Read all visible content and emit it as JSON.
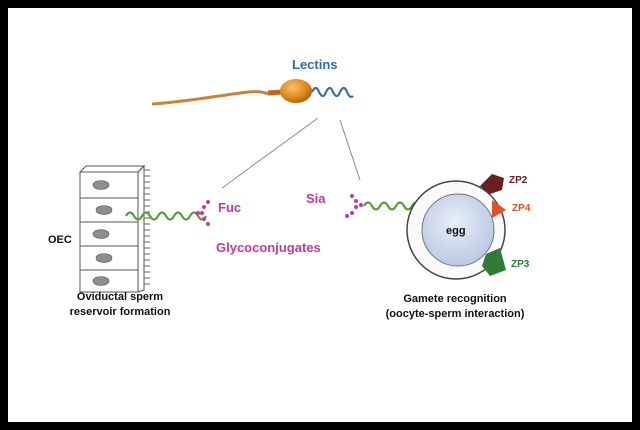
{
  "labels": {
    "lectins": "Lectins",
    "fuc": "Fuc",
    "sia": "Sia",
    "glycoconjugates": "Glycoconjugates",
    "oec": "OEC",
    "egg": "egg",
    "zp2": "ZP2",
    "zp3": "ZP3",
    "zp4": "ZP4",
    "left_caption_line1": "Oviductal sperm",
    "left_caption_line2": "reservoir formation",
    "right_caption_line1": "Gamete recognition",
    "right_caption_line2": "(oocyte-sperm interaction)"
  },
  "colors": {
    "lectins": "#2d6db3",
    "glyco": "#c23a9a",
    "zp2": "#6b2020",
    "zp4": "#e0502a",
    "zp3": "#2e7d32",
    "sperm_head": "#e08a1e",
    "helix_green": "#5a9a3a",
    "helix_blue": "#3b6fb0"
  }
}
